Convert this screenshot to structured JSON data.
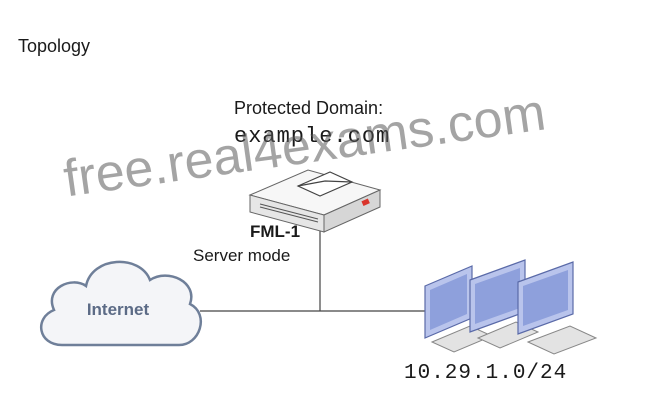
{
  "title": "Topology",
  "protected_domain": {
    "label": "Protected Domain:",
    "value": "example.com"
  },
  "device": {
    "name": "FML-1",
    "mode": "Server mode",
    "icon": "fortimail-appliance-icon"
  },
  "internet": {
    "label": "Internet",
    "icon": "cloud-icon"
  },
  "subnet": {
    "label": "10.29.1.0/24",
    "icon": "workstations-icon"
  },
  "watermark": "free.real4exams.com",
  "colors": {
    "device_accent": "#d9342b",
    "monitor_blue": "#7f93d6",
    "cloud_stroke": "#6f7f99"
  }
}
